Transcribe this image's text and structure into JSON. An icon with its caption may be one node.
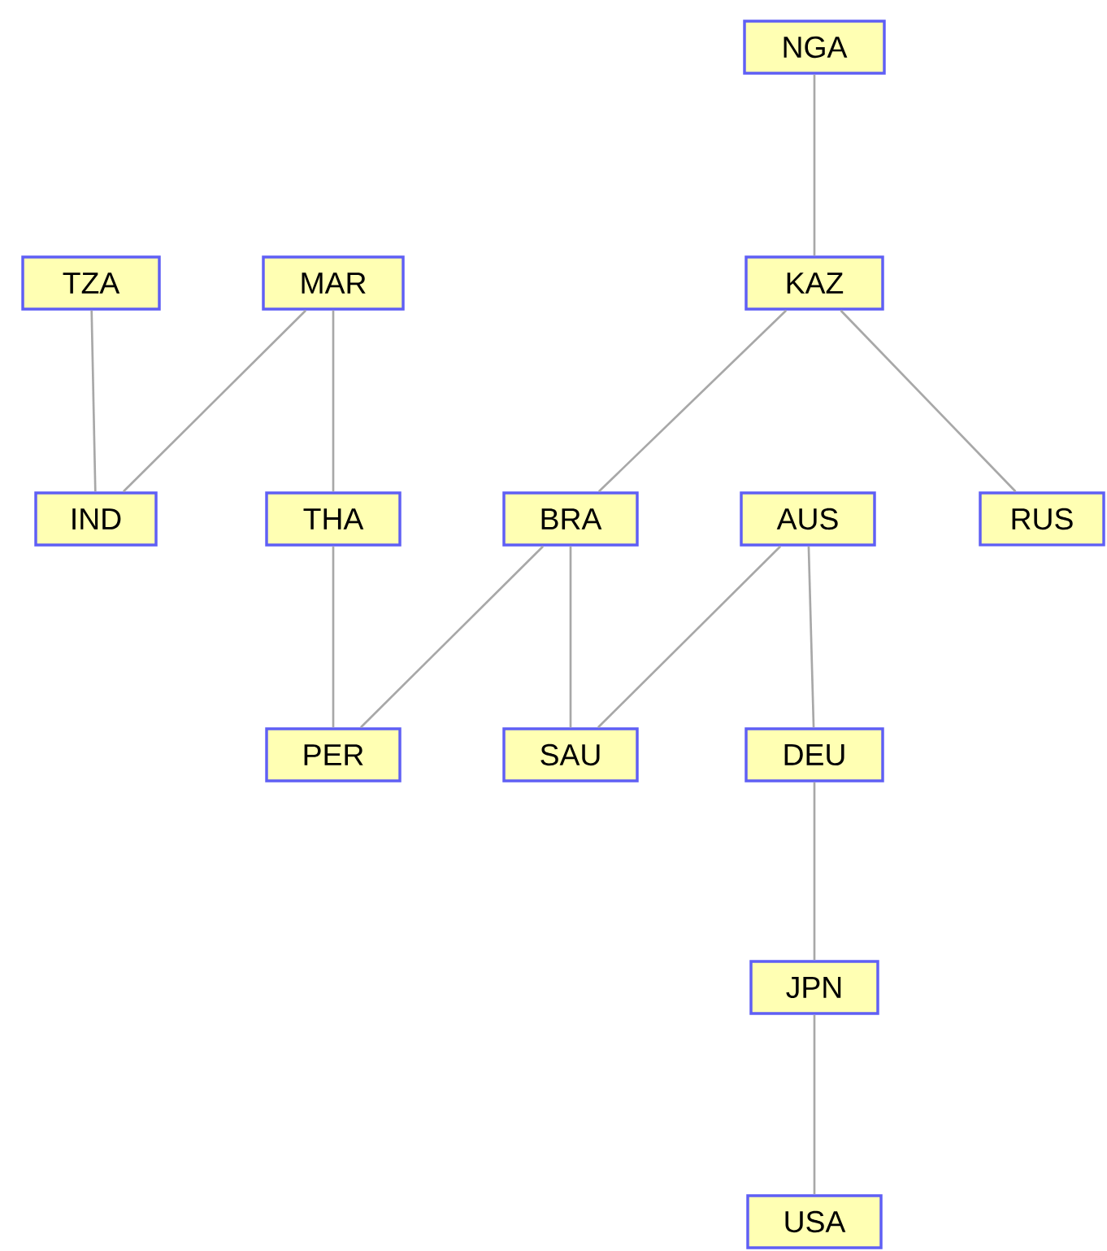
{
  "diagram": {
    "nodes": [
      {
        "text": [
          "NGA"
        ]
      },
      {
        "text": [
          "TZA"
        ]
      },
      {
        "text": [
          "MAR"
        ]
      },
      {
        "text": [
          "KAZ"
        ]
      },
      {
        "text": [
          "IND"
        ]
      },
      {
        "text": [
          "THA"
        ]
      },
      {
        "text": [
          "BRA"
        ]
      },
      {
        "text": [
          "AUS"
        ]
      },
      {
        "text": [
          "RUS"
        ]
      },
      {
        "text": [
          "PER"
        ]
      },
      {
        "text": [
          "SAU"
        ]
      },
      {
        "text": [
          "DEU"
        ]
      },
      {
        "text": [
          "JPN"
        ]
      },
      {
        "text": [
          "USA"
        ]
      }
    ],
    "edges": [
      {
        "from": 0,
        "to": 3,
        "arrow": "none"
      },
      {
        "from": 1,
        "to": 4,
        "arrow": "none"
      },
      {
        "from": 2,
        "to": 4,
        "arrow": "none"
      },
      {
        "from": 2,
        "to": 5,
        "arrow": "none"
      },
      {
        "from": 3,
        "to": 6,
        "arrow": "none"
      },
      {
        "from": 3,
        "to": 8,
        "arrow": "none"
      },
      {
        "from": 5,
        "to": 9,
        "arrow": "none"
      },
      {
        "from": 6,
        "to": 9,
        "arrow": "none"
      },
      {
        "from": 6,
        "to": 10,
        "arrow": "none"
      },
      {
        "from": 7,
        "to": 10,
        "arrow": "none"
      },
      {
        "from": 7,
        "to": 11,
        "arrow": "none"
      },
      {
        "from": 11,
        "to": 12,
        "arrow": "none"
      },
      {
        "from": 12,
        "to": 13,
        "arrow": "none"
      }
    ]
  }
}
